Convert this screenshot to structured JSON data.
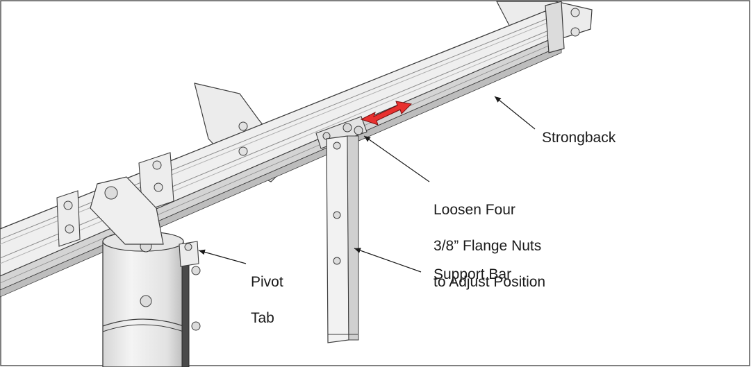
{
  "labels": {
    "strongback": "Strongback",
    "flange_nuts_line1": "Loosen Four",
    "flange_nuts_line2": "3/8” Flange Nuts",
    "flange_nuts_line3": "to Adjust Position",
    "pivot_tab_line1": "Pivot",
    "pivot_tab_line2": "Tab",
    "support_bar": "Support Bar"
  },
  "colors": {
    "adjust_arrow": "#e8312f",
    "metal": "#e9e9e9",
    "outline": "#3c3c3c",
    "frame": "#555555"
  }
}
